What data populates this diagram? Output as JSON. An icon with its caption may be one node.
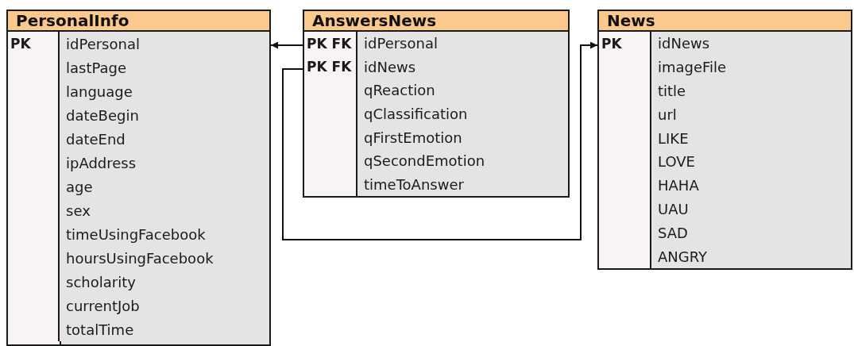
{
  "diagram": {
    "nodes": [
      {
        "text": [
          "PersonalInfo"
        ]
      },
      {
        "text": [
          "PK",
          "idPersonal"
        ],
        "in": 0
      },
      {
        "text": [
          "lastPage"
        ],
        "in": 0
      },
      {
        "text": [
          "language"
        ],
        "in": 0
      },
      {
        "text": [
          "dateBegin"
        ],
        "in": 0
      },
      {
        "text": [
          "dateEnd"
        ],
        "in": 0
      },
      {
        "text": [
          "ipAddress"
        ],
        "in": 0
      },
      {
        "text": [
          "age"
        ],
        "in": 0
      },
      {
        "text": [
          "sex"
        ],
        "in": 0
      },
      {
        "text": [
          "timeUsingFacebook"
        ],
        "in": 0
      },
      {
        "text": [
          "hoursUsingFacebook"
        ],
        "in": 0
      },
      {
        "text": [
          "scholarity"
        ],
        "in": 0
      },
      {
        "text": [
          "currentJob"
        ],
        "in": 0
      },
      {
        "text": [
          "totalTime"
        ],
        "in": 0
      },
      {
        "text": [
          "AnswersNews"
        ]
      },
      {
        "text": [
          "PK FK",
          "idPersonal"
        ],
        "in": 14
      },
      {
        "text": [
          "PK FK",
          "idNews"
        ],
        "in": 14
      },
      {
        "text": [
          "qReaction"
        ],
        "in": 14
      },
      {
        "text": [
          "qClassification"
        ],
        "in": 14
      },
      {
        "text": [
          "qFirstEmotion"
        ],
        "in": 14
      },
      {
        "text": [
          "qSecondEmotion"
        ],
        "in": 14
      },
      {
        "text": [
          "timeToAnswer"
        ],
        "in": 14
      },
      {
        "text": [
          "News"
        ]
      },
      {
        "text": [
          "PK",
          "idNews"
        ],
        "in": 22
      },
      {
        "text": [
          "imageFile"
        ],
        "in": 22
      },
      {
        "text": [
          "title"
        ],
        "in": 22
      },
      {
        "text": [
          "url"
        ],
        "in": 22
      },
      {
        "text": [
          "LIKE"
        ],
        "in": 22
      },
      {
        "text": [
          "LOVE"
        ],
        "in": 22
      },
      {
        "text": [
          "HAHA"
        ],
        "in": 22
      },
      {
        "text": [
          "UAU"
        ],
        "in": 22
      },
      {
        "text": [
          "SAD"
        ],
        "in": 22
      },
      {
        "text": [
          "ANGRY"
        ],
        "in": 22
      }
    ],
    "edges": [
      {
        "from": 15,
        "to": 1,
        "arrow": "to"
      },
      {
        "from": 16,
        "to": 23,
        "arrow": "to"
      }
    ]
  }
}
